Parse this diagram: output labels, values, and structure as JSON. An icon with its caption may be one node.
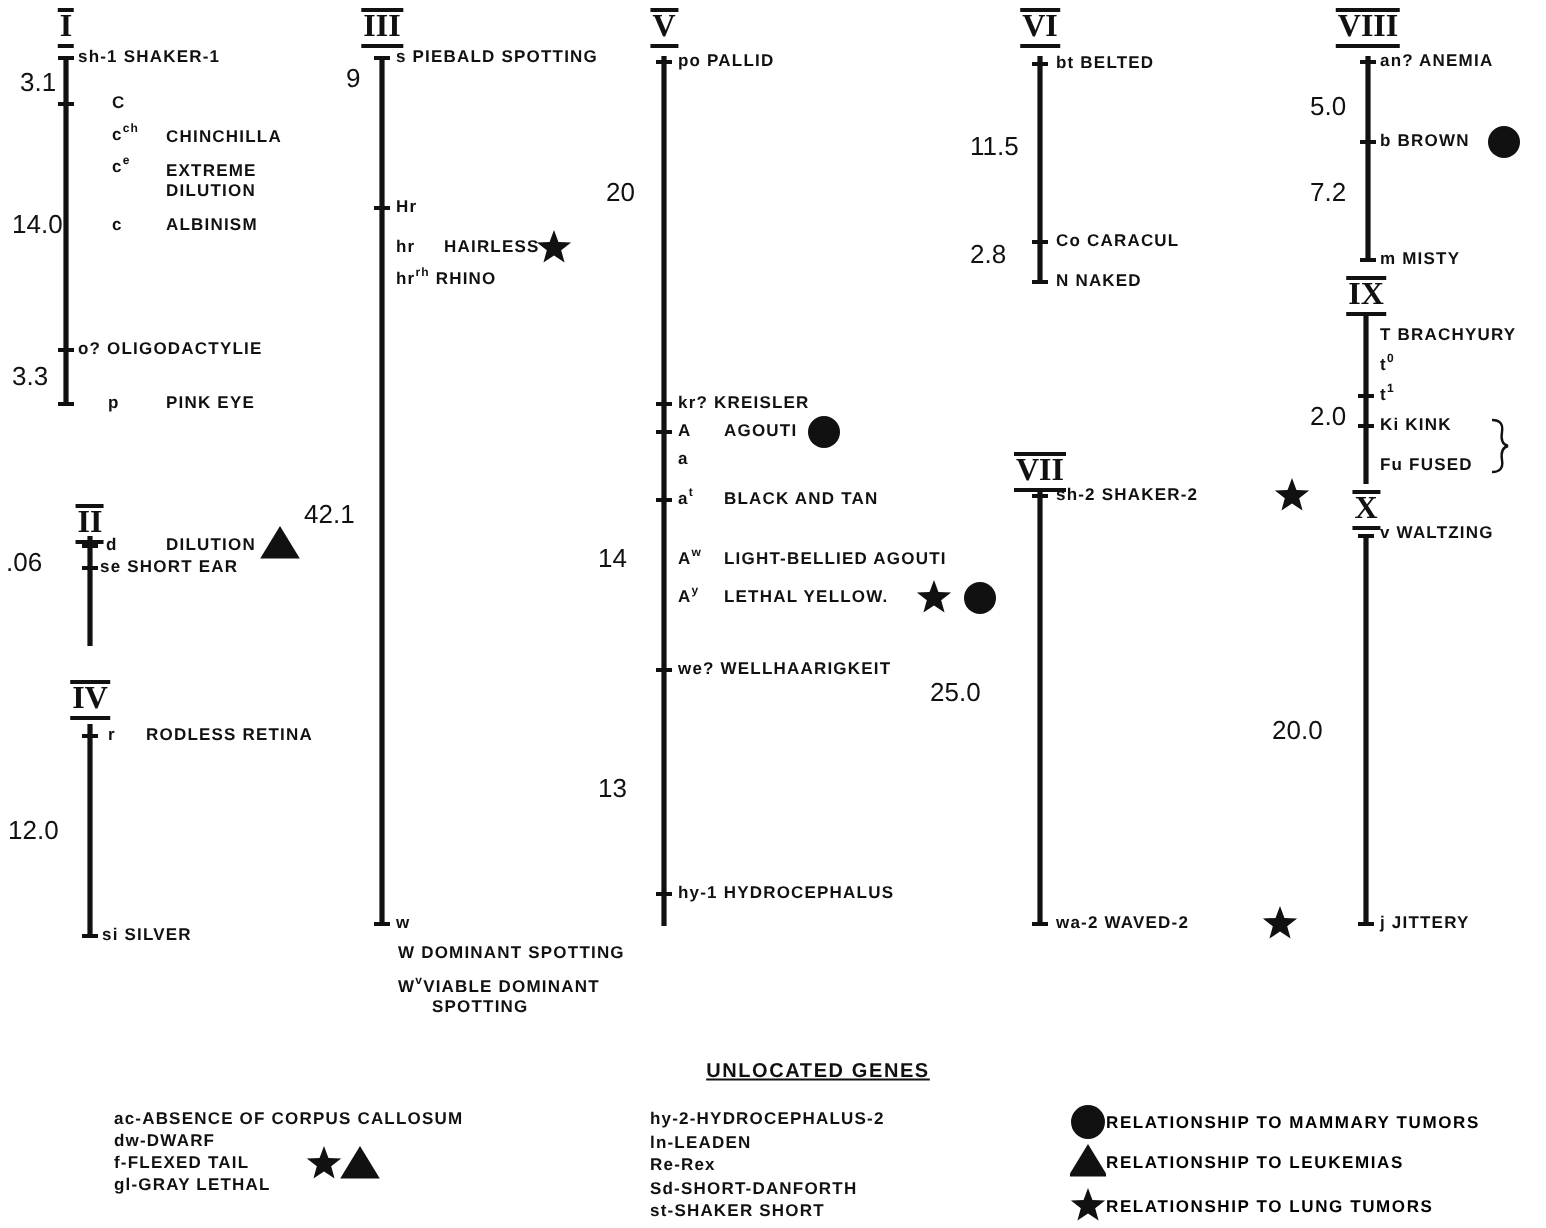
{
  "diagram": {
    "labels": [
      "I",
      "sh-1 SHAKER-1",
      "3.1",
      "C",
      "c$^{ch}$",
      "CHINCHILLA",
      "c$^{e}$",
      "EXTREME DILUTION",
      "14.0",
      "c",
      "ALBINISM",
      "III",
      "s PIEBALD SPOTTING",
      "9",
      "V",
      "po PALLID",
      "VI",
      "bt BELTED",
      "VIII",
      "an? ANEMIA",
      "5.0",
      "b BROWN",
      "11.5",
      "20",
      "7.2",
      "Hr",
      "hr",
      "HAIRLESS",
      "hr$^{rh}$ RHINO",
      "Co CARACUL",
      "2.8",
      "m MISTY",
      "N NAKED",
      "IX",
      "T BRACHYURY",
      "o? OLIGODACTYLIE",
      "t$^{0}$",
      "p",
      "PINK EYE",
      "3.3",
      "kr? KREISLER",
      "t$^{1}$",
      "2.0",
      "Ki KINK",
      "A",
      "AGOUTI",
      "a",
      "Fu FUSED",
      "VII",
      "a$^{t}$",
      "BLACK AND TAN",
      "sh-2 SHAKER-2",
      "II",
      "42.1",
      "X",
      "v WALTZING",
      "d",
      "DILUTION",
      ".06",
      "se SHORT EAR",
      "14",
      "A$^{w}$",
      "LIGHT-BELLIED AGOUTI",
      "A$^{y}$",
      "LETHAL YELLOW.",
      "we? WELLHAARIGKEIT",
      "IV",
      "25.0",
      "r",
      "RODLESS RETINA",
      "20.0",
      "13",
      "12.0",
      "hy-1 HYDROCEPHALUS",
      "w",
      "wa-2 WAVED-2",
      "j JITTERY",
      "si SILVER",
      "W DOMINANT SPOTTING",
      "W$^{v}$VIABLE DOMINANT SPOTTING",
      "UNLOCATED GENES",
      "ac-ABSENCE OF CORPUS CALLOSUM",
      "hy-2-HYDROCEPHALUS-2",
      "dw-DWARF",
      "ln-LEADEN",
      "f-FLEXED TAIL",
      "Re-Rex",
      "gl-GRAY LETHAL",
      "Sd-SHORT-DANFORTH",
      "st-SHAKER SHORT"
    ],
    "legend": [
      {
        "text": "RELATIONSHIP TO MAMMARY TUMORS"
      },
      {
        "text": "RELATIONSHIP TO LEUKEMIAS"
      },
      {
        "text": "RELATIONSHIP TO LUNG TUMORS"
      }
    ]
  }
}
